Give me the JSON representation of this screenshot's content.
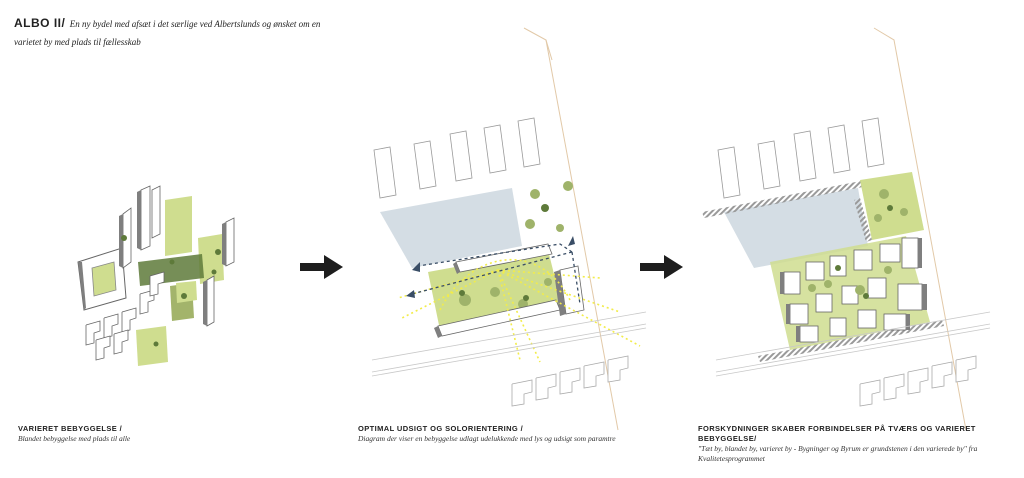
{
  "header": {
    "title": "ALBO II/",
    "subtitle": "En ny bydel med afsæt i det særlige ved Albertslunds og ønsket om en varietet by med plads til fællesskab"
  },
  "panels": [
    {
      "heading": "VARIERET BEBYGGELSE /",
      "text": "Blandet bebyggelse med plads til alle"
    },
    {
      "heading": "OPTIMAL UDSIGT OG SOLORIENTERING /",
      "text": "Diagram der viser en bebyggelse udlagt udelukkende med lys og udsigt som paramtre"
    },
    {
      "heading": "FORSKYDNINGER SKABER FORBINDELSER PÅ TVÆRS OG VARIERET BEBYGGELSE/",
      "text": "\"Tæt by, blandet by, varieret by - Bygninger og Byrum er grundstenen i den varierede by\" fra Kvalitetesprogrammet"
    }
  ],
  "colors": {
    "green_light": "#cfdd8f",
    "green_mid": "#9fb36a",
    "green_dark": "#5e7a3a",
    "blue_grey": "#d4dde4",
    "sun_yellow": "#f2ec4a",
    "arrow": "#1e1e1e",
    "building_shadow": "#7f7f7f"
  }
}
